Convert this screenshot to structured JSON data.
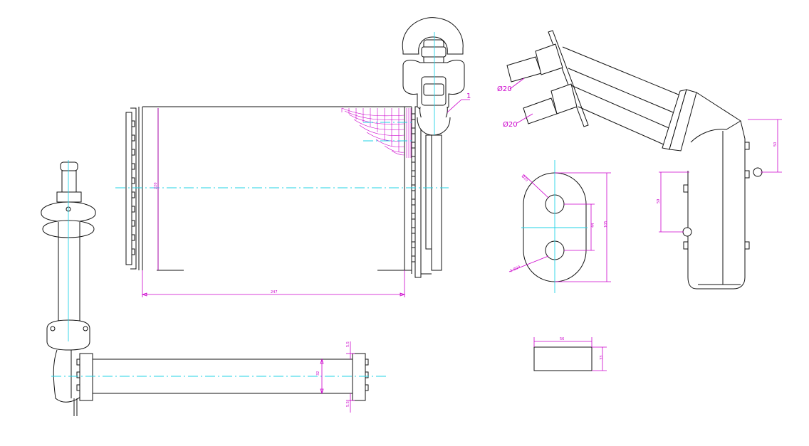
{
  "labels": {
    "width_247": "247",
    "height_220": "220",
    "depth_32": "32",
    "top_5_5": "5.5",
    "bot_5_5": "5.5",
    "callout_1": "1",
    "pipe_20_upper": "Ø20",
    "pipe_20_lower": "Ø20",
    "flange_hole_top": "Ø20",
    "flange_hole_bot": "2-Ø20",
    "flange_44": "44",
    "flange_105": "105",
    "side_50": "50",
    "side_59": "59",
    "block_56": "56",
    "block_33": "33"
  },
  "colors": {
    "outline": "#111111",
    "centerline": "#22d3e6",
    "dimension": "#cc00cc"
  }
}
